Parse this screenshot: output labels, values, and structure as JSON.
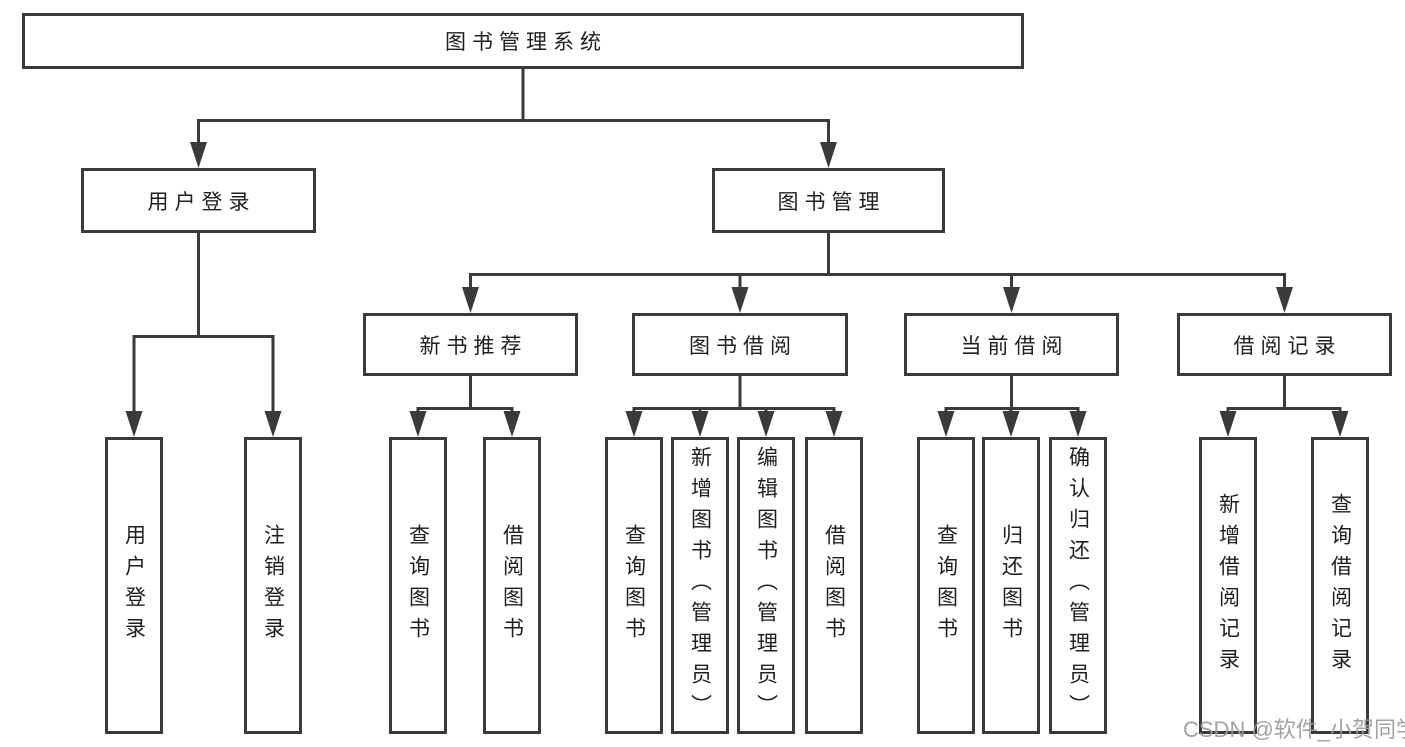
{
  "tree": {
    "label": "图书管理系统",
    "children": [
      {
        "label": "用户登录",
        "children": [
          {
            "label": "用户登录"
          },
          {
            "label": "注销登录"
          }
        ]
      },
      {
        "label": "图书管理",
        "children": [
          {
            "label": "新书推荐",
            "children": [
              {
                "label": "查询图书"
              },
              {
                "label": "借阅图书"
              }
            ]
          },
          {
            "label": "图书借阅",
            "children": [
              {
                "label": "查询图书"
              },
              {
                "label": "新增图书（管理员）"
              },
              {
                "label": "编辑图书（管理员）"
              },
              {
                "label": "借阅图书"
              }
            ]
          },
          {
            "label": "当前借阅",
            "children": [
              {
                "label": "查询图书"
              },
              {
                "label": "归还图书"
              },
              {
                "label": "确认归还（管理员）"
              }
            ]
          },
          {
            "label": "借阅记录",
            "children": [
              {
                "label": "新增借阅记录"
              },
              {
                "label": "查询借阅记录"
              }
            ]
          }
        ]
      }
    ]
  },
  "watermark": {
    "text": "CSDN @软件_小贺同学"
  },
  "colors": {
    "background": "#ffffff",
    "line": "#3a3a3a",
    "box_border": "#3a3a3a",
    "box_fill": "#ffffff",
    "text": "#1f1f1f",
    "watermark": "#9b9b9b"
  }
}
